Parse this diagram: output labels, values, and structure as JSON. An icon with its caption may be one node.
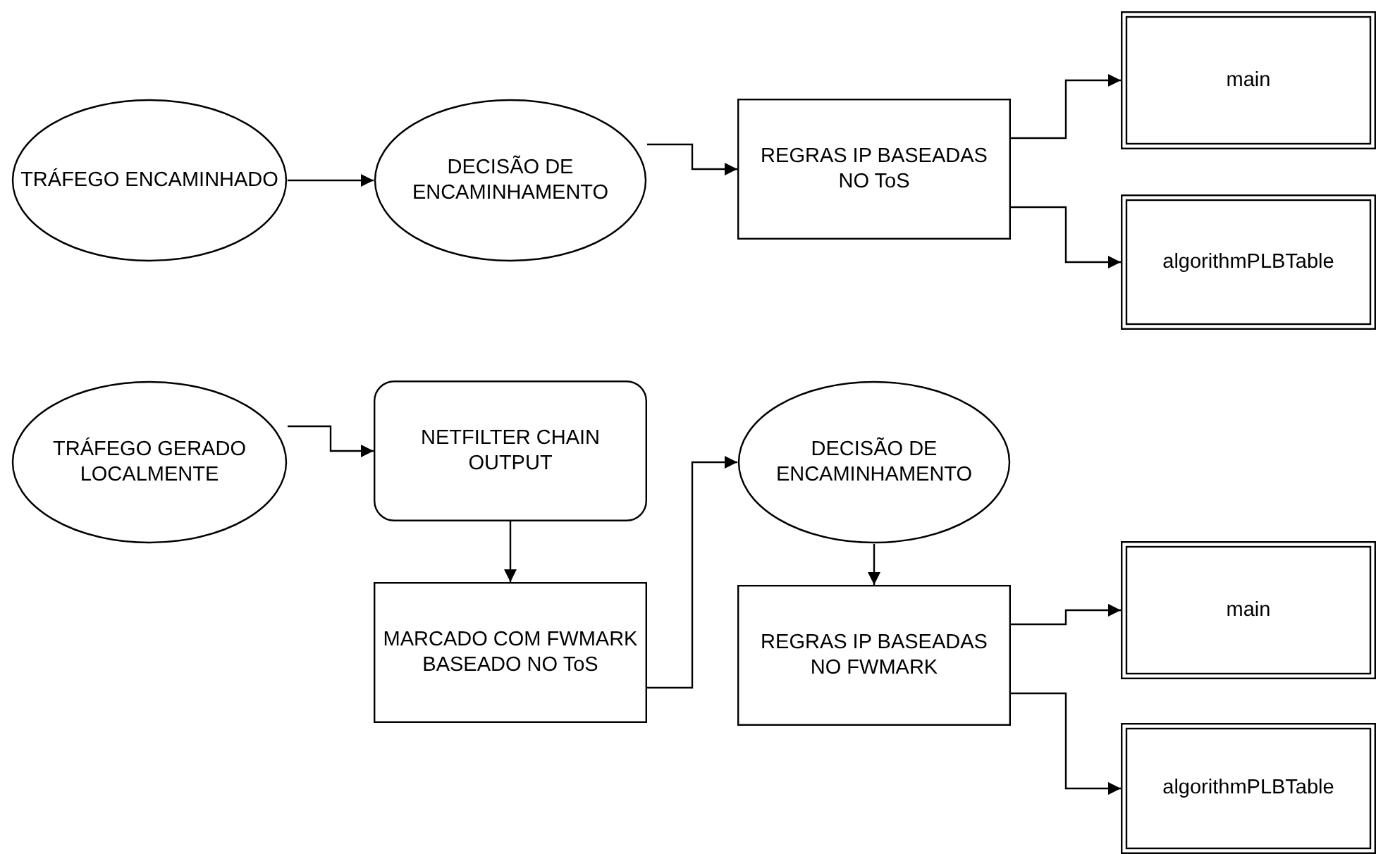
{
  "diagram": {
    "nodes": [
      {
        "text": [
          "TRÁFEGO ENCAMINHADO"
        ]
      },
      {
        "text": [
          "DECISÃO DE ENCAMINHAMENTO"
        ]
      },
      {
        "text": [
          "REGRAS IP BASEADAS NO ToS"
        ]
      },
      {
        "text": [
          "main"
        ]
      },
      {
        "text": [
          "algorithmPLBTable"
        ]
      },
      {
        "text": [
          "TRÁFEGO GERADO LOCALMENTE"
        ]
      },
      {
        "text": [
          "NETFILTER CHAIN OUTPUT"
        ]
      },
      {
        "text": [
          "MARCADO COM FWMARK BASEADO NO ToS"
        ]
      },
      {
        "text": [
          "DECISÃO DE ENCAMINHAMENTO"
        ]
      },
      {
        "text": [
          "REGRAS IP BASEADAS NO FWMARK"
        ]
      },
      {
        "text": [
          "main"
        ]
      },
      {
        "text": [
          "algorithmPLBTable"
        ]
      }
    ],
    "edges": [
      {
        "from": 0,
        "to": 1,
        "arrow": "to"
      },
      {
        "from": 1,
        "to": 2,
        "arrow": "to"
      },
      {
        "from": 2,
        "to": 3,
        "arrow": "to"
      },
      {
        "from": 2,
        "to": 4,
        "arrow": "to"
      },
      {
        "from": 5,
        "to": 6,
        "arrow": "to"
      },
      {
        "from": 6,
        "to": 7,
        "arrow": "to"
      },
      {
        "from": 7,
        "to": 8,
        "arrow": "to"
      },
      {
        "from": 8,
        "to": 9,
        "arrow": "to"
      },
      {
        "from": 9,
        "to": 10,
        "arrow": "to"
      },
      {
        "from": 9,
        "to": 11,
        "arrow": "to"
      }
    ]
  }
}
